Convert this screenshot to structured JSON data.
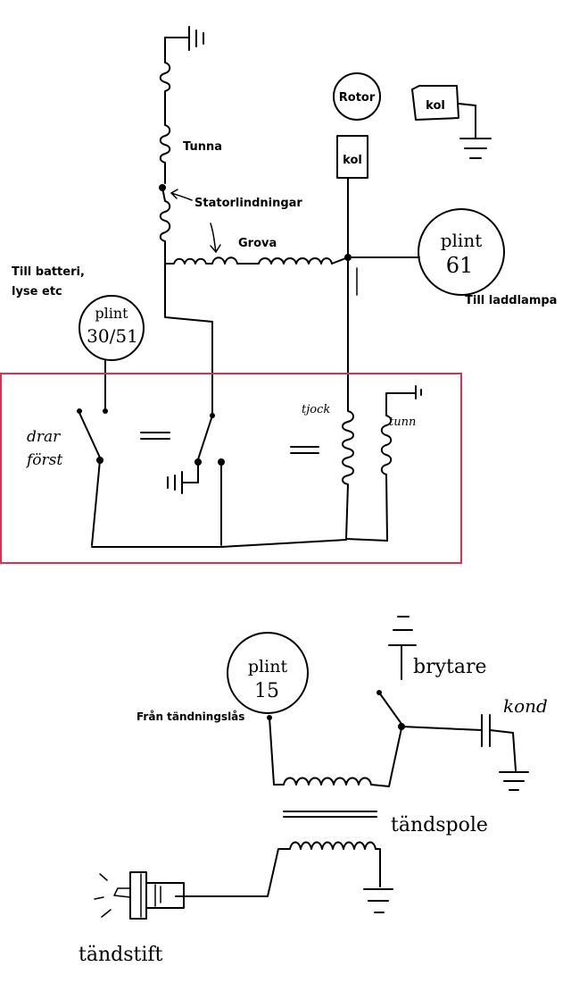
{
  "labels": {
    "tunna": "Tunna",
    "statorlindningar": "Statorlindningar",
    "grova": "Grova",
    "till_batteri_line1": "Till batteri,",
    "till_batteri_line2": "lyse etc",
    "rotor": "Rotor",
    "kol_top": "kol",
    "kol_mid": "kol",
    "till_laddlampa": "Till laddlampa",
    "fran_tandningslas": "Från tändningslås"
  },
  "handwritten": {
    "plint_30_51_top": "plint",
    "plint_30_51_bottom": "30/51",
    "plint_61_top": "plint",
    "plint_61_bottom": "61",
    "plint_15_top": "plint",
    "plint_15_bottom": "15",
    "drar_forst_line1": "drar",
    "drar_forst_line2": "först",
    "tjock": "tjock",
    "tunn": "tunn",
    "brytare": "brytare",
    "kond": "kond",
    "tandspole": "tändspole",
    "tandstift": "tändstift"
  },
  "highlight_box": {
    "color": "#d6334f"
  },
  "colors": {
    "ink": "#000000"
  }
}
